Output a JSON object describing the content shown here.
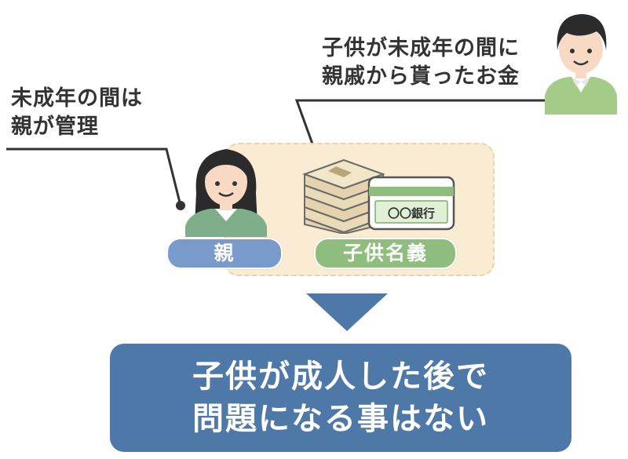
{
  "labels": {
    "parent_manages_line1": "未成年の間は",
    "parent_manages_line2": "親が管理",
    "child_money_line1": "子供が未成年の間に",
    "child_money_line2": "親戚から貰ったお金"
  },
  "tags": {
    "parent": "親",
    "child_name": "子供名義"
  },
  "bank_card_text": "〇〇銀行",
  "result": {
    "line1": "子供が成人した後で",
    "line2": "問題になる事はない"
  },
  "colors": {
    "parent_tag": "#7a9acb",
    "child_tag": "#8ebd7e",
    "result_box": "#4e78a8",
    "zone_bg": "#faecd3",
    "arrow": "#4e78a8"
  },
  "icons": {
    "parent": "woman-icon",
    "relative": "man-icon",
    "money": "cash-stack-icon",
    "bankbook": "bankbook-icon"
  }
}
